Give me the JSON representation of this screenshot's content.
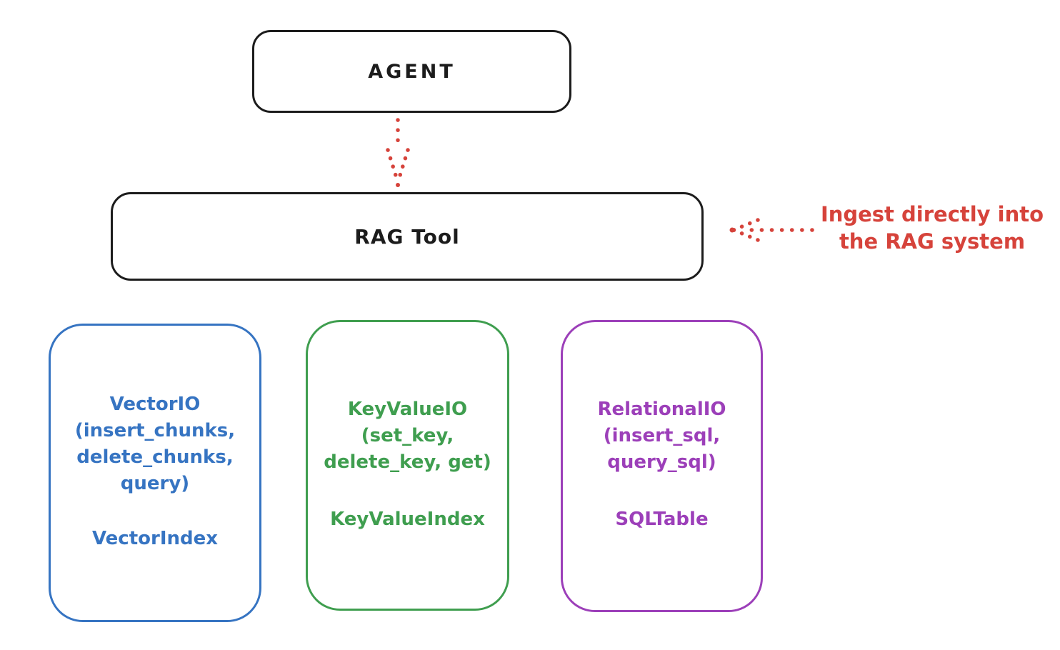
{
  "diagram": {
    "nodes": {
      "agent": {
        "label": "AGENT"
      },
      "rag_tool": {
        "label": "RAG Tool"
      }
    },
    "annotation": {
      "text": "Ingest directly into\nthe RAG system",
      "color": "#d6433b"
    },
    "edges": [
      {
        "from": "agent",
        "to": "rag_tool",
        "style": "dotted",
        "color": "#d6433b"
      },
      {
        "from": "annotation",
        "to": "rag_tool",
        "style": "dotted",
        "color": "#d6433b"
      }
    ],
    "storage_boxes": [
      {
        "id": "vector",
        "api": "VectorIO\n(insert_chunks,\ndelete_chunks,\nquery)",
        "index": "VectorIndex",
        "color": "#3674c2"
      },
      {
        "id": "keyvalue",
        "api": "KeyValueIO\n(set_key,\ndelete_key, get)",
        "index": "KeyValueIndex",
        "color": "#3f9e4f"
      },
      {
        "id": "relational",
        "api": "RelationalIO\n(insert_sql,\nquery_sql)",
        "index": "SQLTable",
        "color": "#9c3fb9"
      }
    ],
    "stroke_color": "#1c1c1c",
    "background": "#ffffff"
  }
}
